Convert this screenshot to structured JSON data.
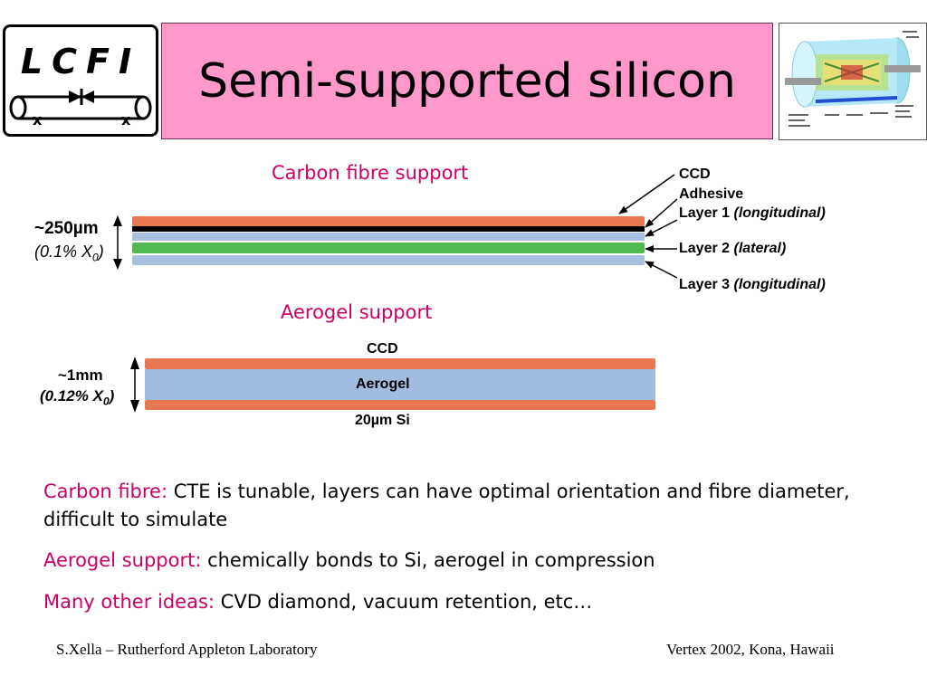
{
  "header": {
    "logo_text": "LCFI",
    "title": "Semi-supported silicon"
  },
  "carbon_section": {
    "heading": "Carbon fibre support",
    "thickness": "~250µm",
    "thickness_sub_pre": "(0.1% X",
    "thickness_sub_index": "0",
    "thickness_sub_post": ")",
    "labels": {
      "ccd": "CCD",
      "adhesive": "Adhesive",
      "layer1": "Layer 1",
      "layer1_note": "(longitudinal)",
      "layer2": "Layer 2",
      "layer2_note": "(lateral)",
      "layer3": "Layer 3",
      "layer3_note": "(longitudinal)"
    },
    "colors": {
      "ccd": "#e87850",
      "adhesive": "#000000",
      "layer1": "#a8c0e0",
      "layer2": "#50b850",
      "layer3": "#a8c0e0"
    }
  },
  "aerogel_section": {
    "heading": "Aerogel support",
    "thickness": "~1mm",
    "thickness_sub_pre": "(0.12% X",
    "thickness_sub_index": "0",
    "thickness_sub_post": ")",
    "top_label": "CCD",
    "middle_label": "Aerogel",
    "bottom_label": "20µm Si",
    "colors": {
      "ccd": "#e87850",
      "aerogel": "#a0bce0",
      "si": "#e87850"
    }
  },
  "notes": [
    {
      "key": "Carbon fibre:",
      "text": " CTE is tunable, layers can have optimal orientation and fibre diameter, difficult to simulate"
    },
    {
      "key": "Aerogel support:",
      "text": " chemically bonds to Si, aerogel in compression"
    },
    {
      "key": "Many other ideas:",
      "text": " CVD diamond, vacuum retention, etc…"
    }
  ],
  "footer": {
    "left": "S.Xella – Rutherford Appleton Laboratory",
    "right": "Vertex 2002, Kona, Hawaii"
  },
  "icons": {
    "logo": "lcfi-logo",
    "detector": "detector-illustration-icon"
  }
}
